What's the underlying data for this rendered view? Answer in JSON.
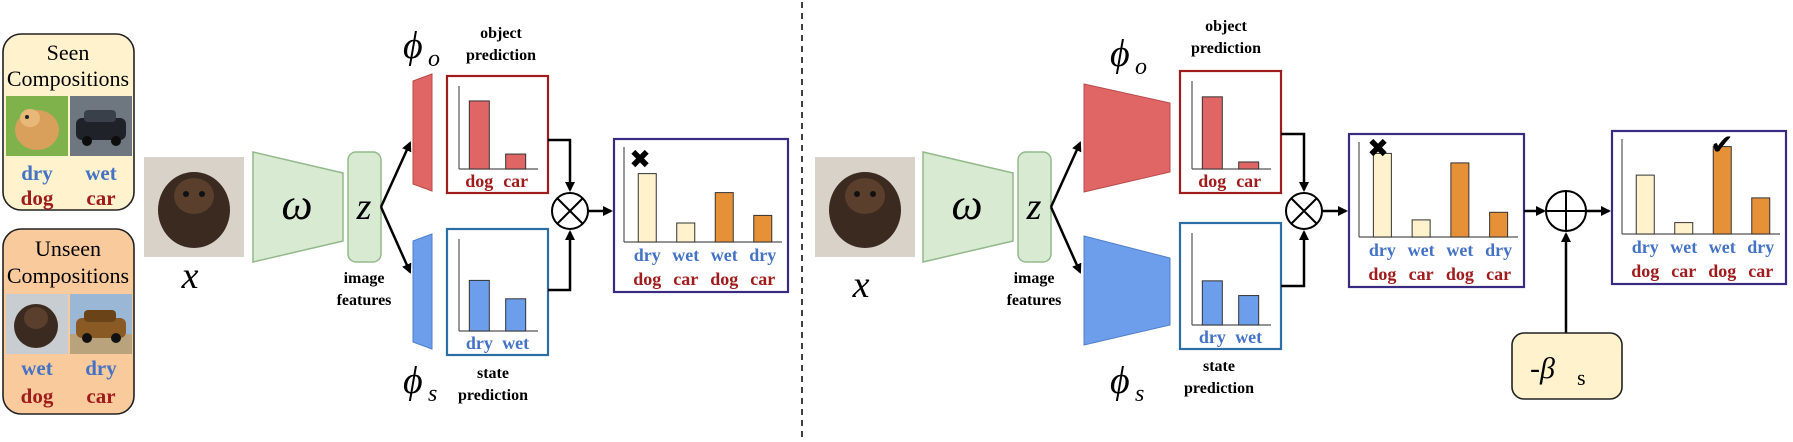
{
  "colors": {
    "blue_text": "#4472c4",
    "red_text": "#a01c1c",
    "red_box": "#a01c1c",
    "blue_box": "#2e6da4",
    "purple_box": "#3a2a80",
    "encoder_fill": "#d9ead3",
    "encoder_stroke": "#93b98a",
    "object_head": "#e06666",
    "state_head": "#6d9eeb",
    "seen_card": "#fff2cc",
    "unseen_card": "#f9cb9c",
    "bar_red": "#e06666",
    "bar_blue": "#6d9eeb",
    "bar_light": "#fff2cc",
    "bar_orange": "#e69138",
    "beta_card": "#fff2cc"
  },
  "left_panel": {
    "seen": {
      "title_line1": "Seen",
      "title_line2": "Compositions",
      "images": [
        {
          "icon": "dog-photo-icon",
          "state": "dry",
          "object": "dog"
        },
        {
          "icon": "car-photo-icon",
          "state": "wet",
          "object": "car"
        }
      ]
    },
    "unseen": {
      "title_line1": "Unseen",
      "title_line2": "Compositions",
      "images": [
        {
          "icon": "dog-photo-icon",
          "state": "wet",
          "object": "dog"
        },
        {
          "icon": "car-photo-icon",
          "state": "dry",
          "object": "car"
        }
      ]
    }
  },
  "pipeline_left": {
    "input_symbol": "x",
    "encoder_symbol": "ω",
    "feature_symbol": "z",
    "feature_label_line1": "image",
    "feature_label_line2": "features",
    "object_head_symbol": "ϕ",
    "object_head_sub": "o",
    "state_head_symbol": "ϕ",
    "state_head_sub": "s",
    "object_pred_line1": "object",
    "object_pred_line2": "prediction",
    "state_pred_line1": "state",
    "state_pred_line2": "prediction",
    "object_bars": [
      {
        "label": "dog",
        "value": 0.82
      },
      {
        "label": "car",
        "value": 0.18
      }
    ],
    "state_bars": [
      {
        "label": "dry",
        "value": 0.55
      },
      {
        "label": "wet",
        "value": 0.35
      }
    ],
    "combined_bars": [
      {
        "state": "dry",
        "object": "dog",
        "value": 0.72,
        "color": "light"
      },
      {
        "state": "wet",
        "object": "car",
        "value": 0.2,
        "color": "light"
      },
      {
        "state": "wet",
        "object": "dog",
        "value": 0.52,
        "color": "orange"
      },
      {
        "state": "dry",
        "object": "car",
        "value": 0.28,
        "color": "orange"
      }
    ],
    "combined_mark": "✖"
  },
  "pipeline_right": {
    "input_symbol": "x",
    "encoder_symbol": "ω",
    "feature_symbol": "z",
    "feature_label_line1": "image",
    "feature_label_line2": "features",
    "object_head_symbol": "ϕ",
    "object_head_sub": "o",
    "state_head_symbol": "ϕ",
    "state_head_sub": "s",
    "object_pred_line1": "object",
    "object_pred_line2": "prediction",
    "state_pred_line1": "state",
    "state_pred_line2": "prediction",
    "object_bars": [
      {
        "label": "dog",
        "value": 0.82
      },
      {
        "label": "car",
        "value": 0.08
      }
    ],
    "state_bars": [
      {
        "label": "dry",
        "value": 0.48
      },
      {
        "label": "wet",
        "value": 0.32
      }
    ],
    "combined_bars": [
      {
        "state": "dry",
        "object": "dog",
        "value": 0.88,
        "color": "light"
      },
      {
        "state": "wet",
        "object": "car",
        "value": 0.18,
        "color": "light"
      },
      {
        "state": "wet",
        "object": "dog",
        "value": 0.78,
        "color": "orange"
      },
      {
        "state": "dry",
        "object": "car",
        "value": 0.26,
        "color": "orange"
      }
    ],
    "combined_mark": "✖",
    "debiased_bars": [
      {
        "state": "dry",
        "object": "dog",
        "value": 0.62,
        "color": "light"
      },
      {
        "state": "wet",
        "object": "car",
        "value": 0.12,
        "color": "light"
      },
      {
        "state": "wet",
        "object": "dog",
        "value": 0.92,
        "color": "orange"
      },
      {
        "state": "dry",
        "object": "car",
        "value": 0.38,
        "color": "orange"
      }
    ],
    "debiased_mark": "✔",
    "bias_prefix": "-β",
    "bias_sub": "s"
  }
}
